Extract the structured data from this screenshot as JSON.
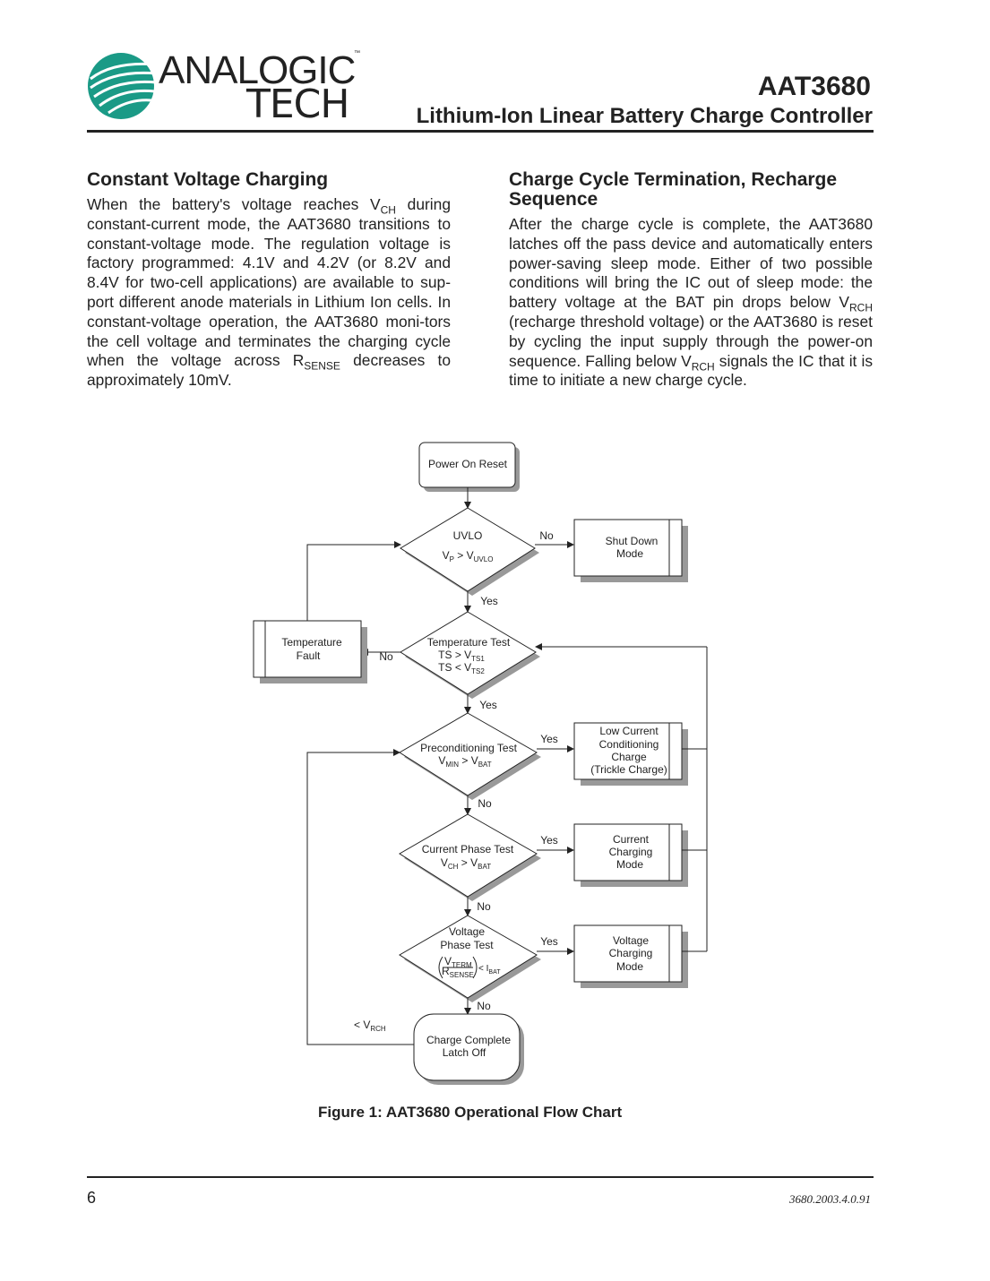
{
  "header": {
    "logo_line1": "ANALOGIC",
    "logo_line2": "TECH",
    "logo_tm": "™",
    "part_number": "AAT3680",
    "subtitle": "Lithium-Ion Linear Battery Charge Controller"
  },
  "left_section": {
    "heading": "Constant Voltage Charging",
    "p1": "When the battery's voltage reaches V",
    "p1_sub": "CH",
    "p2": " during constant-current mode, the AAT3680 transitions to constant-voltage mode.  The regulation voltage is factory programmed: 4.1V and 4.2V (or 8.2V and 8.4V for two-cell applications) are available to sup-port different anode materials in Lithium Ion cells. In constant-voltage operation, the AAT3680 moni-tors the cell voltage and terminates the charging cycle when the voltage across R",
    "p2_sub": "SENSE",
    "p3": " decreases to approximately 10mV."
  },
  "right_section": {
    "heading": "Charge Cycle Termination, Recharge Sequence",
    "p1": "After the charge cycle is complete, the AAT3680 latches off the pass device and automatically enters power-saving sleep mode.  Either of two possible conditions will bring the IC out of sleep mode: the battery voltage at the BAT pin drops below V",
    "p1_sub": "RCH",
    "p2": " (recharge threshold voltage) or the AAT3680 is reset by cycling the input supply through the power-on sequence.  Falling below V",
    "p2_sub": "RCH",
    "p3": " signals the IC that it is time to initiate a new charge cycle."
  },
  "flowchart": {
    "power_on_reset": "Power On Reset",
    "uvlo_title": "UVLO",
    "uvlo_cond_a": "V",
    "uvlo_cond_a_sub": "P",
    "uvlo_cond_b": " > V",
    "uvlo_cond_b_sub": "UVLO",
    "shut_down_1": "Shut Down",
    "shut_down_2": "Mode",
    "temp_test_title": "Temperature Test",
    "temp_cond1_a": "TS > V",
    "temp_cond1_sub": "TS1",
    "temp_cond2_a": "TS < V",
    "temp_cond2_sub": "TS2",
    "temp_fault_1": "Temperature",
    "temp_fault_2": "Fault",
    "precond_title": "Preconditioning Test",
    "precond_a": "V",
    "precond_a_sub": "MIN",
    "precond_b": " > V",
    "precond_b_sub": "BAT",
    "low_current_1": "Low Current",
    "low_current_2": "Conditioning",
    "low_current_3": "Charge",
    "low_current_4": "(Trickle Charge)",
    "current_phase_title": "Current Phase Test",
    "current_a": "V",
    "current_a_sub": "CH",
    "current_b": " > V",
    "current_b_sub": "BAT",
    "current_charging_1": "Current",
    "current_charging_2": "Charging",
    "current_charging_3": "Mode",
    "voltage_phase_1": "Voltage",
    "voltage_phase_2": "Phase Test",
    "vterm_a": "V",
    "vterm_sub": "TERM",
    "rsense_a": "R",
    "rsense_sub": "SENSE",
    "ibat_a": "< I",
    "ibat_sub": "BAT",
    "voltage_charging_1": "Voltage",
    "voltage_charging_2": "Charging",
    "voltage_charging_3": "Mode",
    "charge_complete_1": "Charge Complete",
    "charge_complete_2": "Latch Off",
    "vrch_a": "< V",
    "vrch_sub": "RCH",
    "yes": "Yes",
    "no": "No"
  },
  "caption": "Figure 1: AAT3680 Operational Flow Chart",
  "footer": {
    "page_number": "6",
    "doc_number": "3680.2003.4.0.91"
  }
}
